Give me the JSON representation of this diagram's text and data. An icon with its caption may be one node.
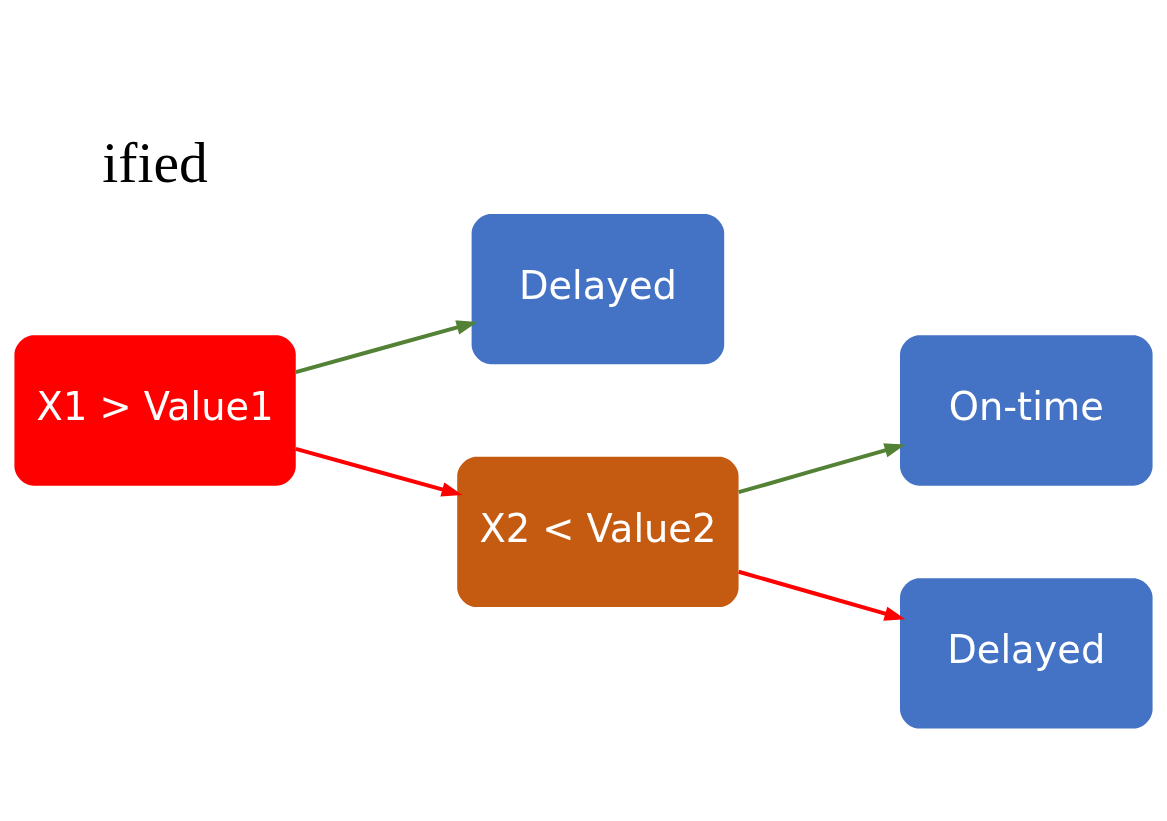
{
  "diagram": {
    "nodes": [
      {
        "text": [
          "X1 > Value1"
        ]
      },
      {
        "text": [
          "Delayed"
        ]
      },
      {
        "text": [
          "X2 < Value2"
        ]
      },
      {
        "text": [
          "On-time"
        ]
      },
      {
        "text": [
          "Delayed"
        ]
      }
    ],
    "edges": [
      {
        "from": 0,
        "to": 1,
        "arrow": "to",
        "color": "#538135"
      },
      {
        "from": 0,
        "to": 2,
        "arrow": "to",
        "color": "#ff0000"
      },
      {
        "from": 2,
        "to": 3,
        "arrow": "to",
        "color": "#538135"
      },
      {
        "from": 2,
        "to": 4,
        "arrow": "to",
        "color": "#ff0000"
      }
    ],
    "labels": [
      "ified"
    ]
  }
}
